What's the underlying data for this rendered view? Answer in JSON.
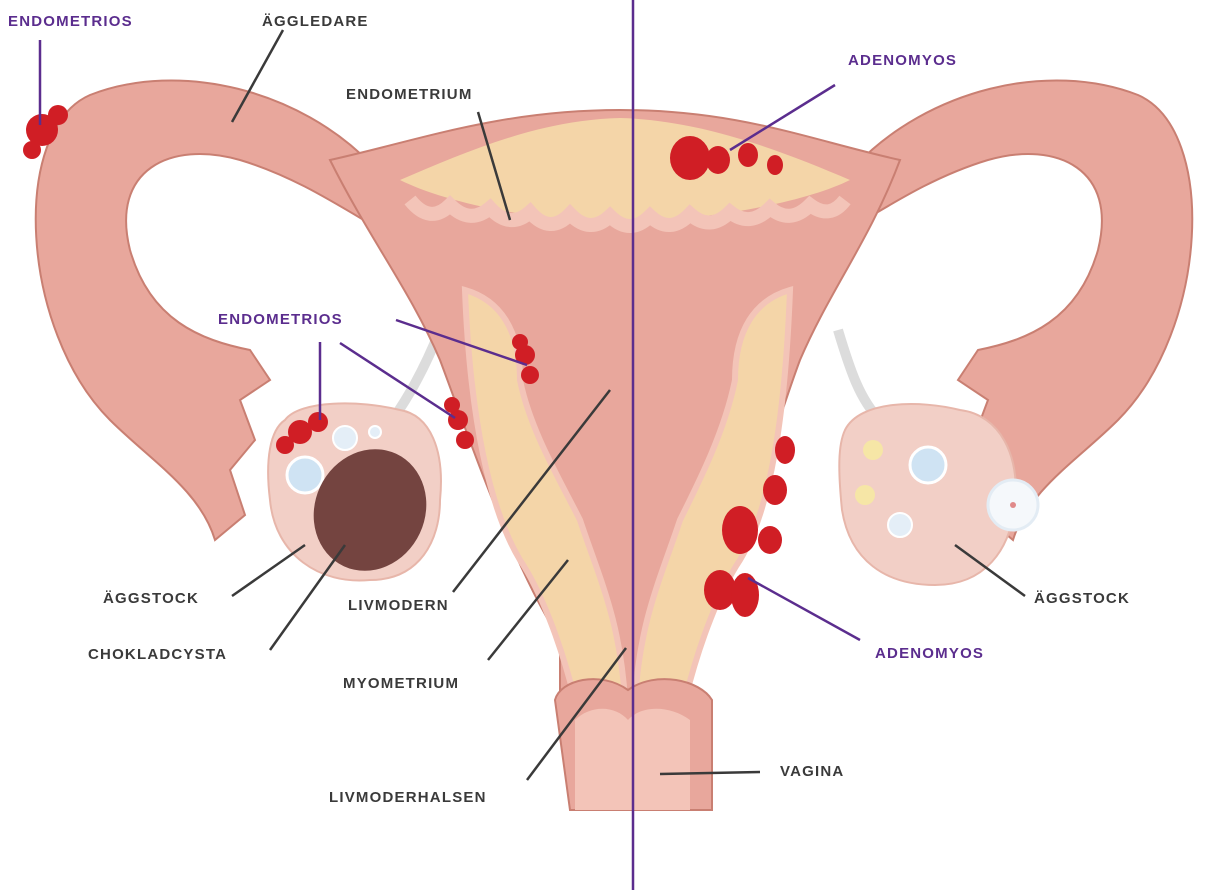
{
  "colors": {
    "tissue": "#e8a79c",
    "tissue_outline": "#c97f72",
    "endometrium_layer": "#f3c4b8",
    "myometrium": "#f4d5a8",
    "cavity": "#e3a395",
    "lesion": "#d01e25",
    "cyst": "#744440",
    "ovary": "#f2cfc6",
    "divider": "#5b2d8e",
    "label_dark": "#3a3a3a",
    "label_purple": "#5b2d8e"
  },
  "labels": {
    "endometrios_top": "ENDOMETRIOS",
    "aggledare": "ÄGGLEDARE",
    "endometrium": "ENDOMETRIUM",
    "adenomyos_top": "ADENOMYOS",
    "endometrios_mid": "ENDOMETRIOS",
    "aggstock_left": "ÄGGSTOCK",
    "chokladcysta": "CHOKLADCYSTA",
    "livmodern": "LIVMODERN",
    "myometrium": "MYOMETRIUM",
    "livmoderhalsen": "LIVMODERHALSEN",
    "vagina": "VAGINA",
    "aggstock_right": "ÄGGSTOCK",
    "adenomyos_bottom": "ADENOMYOS"
  }
}
